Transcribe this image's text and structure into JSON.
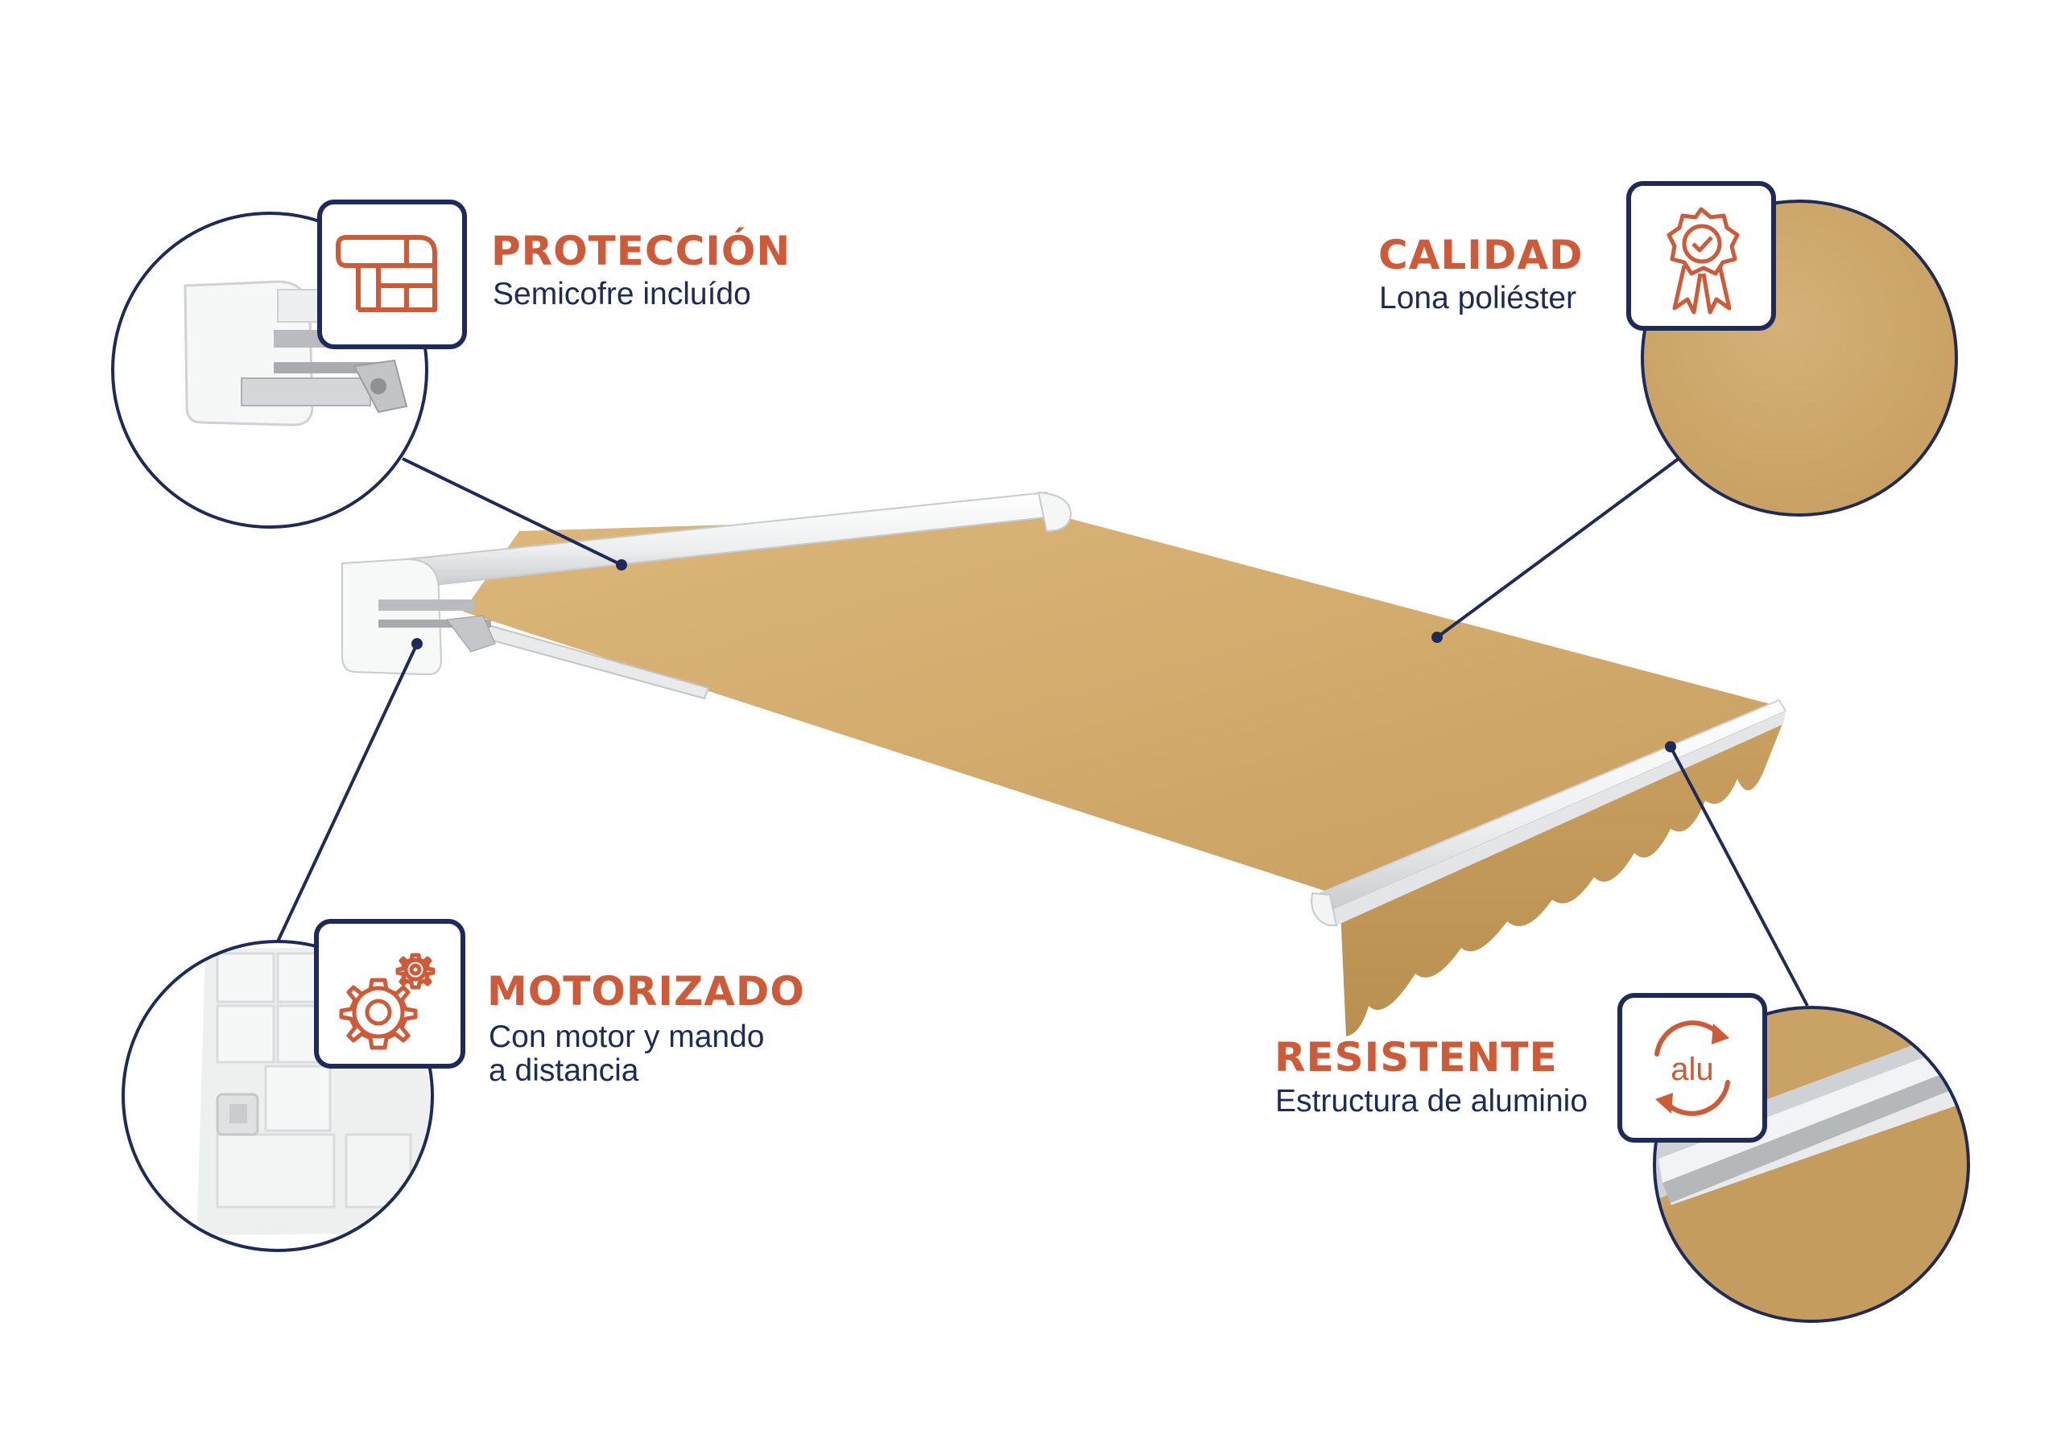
{
  "features": {
    "proteccion": {
      "title": "PROTECCIÓN",
      "subtitle": "Semicofre incluído",
      "icon": "cassette-icon"
    },
    "calidad": {
      "title": "CALIDAD",
      "subtitle": "Lona poliéster",
      "icon": "quality-rosette-icon"
    },
    "motorizado": {
      "title": "MOTORIZADO",
      "subtitle_line1": "Con motor y mando",
      "subtitle_line2": "a distancia",
      "icon": "gears-icon"
    },
    "resistente": {
      "title": "RESISTENTE",
      "subtitle": "Estructura de aluminio",
      "icon": "alu-recycle-icon",
      "icon_text": "alu"
    }
  },
  "colors": {
    "navy": "#1d2a5a",
    "accent_orange": "#cf5a37",
    "canvas_tan": "#d2ab6d",
    "canvas_tan_dark": "#b28a4f",
    "aluminium_white": "#f2f3f3"
  }
}
